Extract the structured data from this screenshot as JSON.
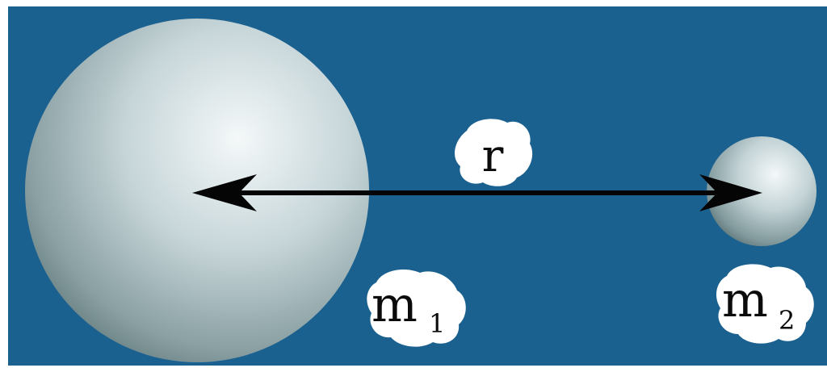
{
  "diagram": {
    "distance_label": "r",
    "mass1": {
      "symbol": "m",
      "subscript": "1"
    },
    "mass2": {
      "symbol": "m",
      "subscript": "2"
    },
    "colors": {
      "background": "#1b6190",
      "sphere_highlight": "#f2f7f8",
      "sphere_mid": "#b9cbcf",
      "sphere_shadow": "#6f8689",
      "arrow": "#050505",
      "label_cloud": "#ffffff"
    }
  }
}
